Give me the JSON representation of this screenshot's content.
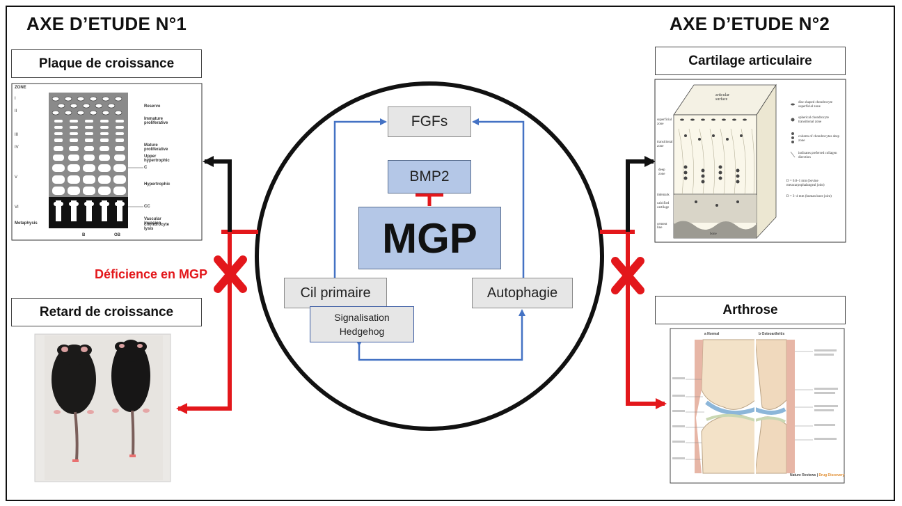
{
  "left_axis": {
    "title": "AXE D’ETUDE N°1",
    "top_box": "Plaque de croissance",
    "bottom_box": "Retard de croissance",
    "deficiency_label": "Déficience en MGP",
    "growth_plate": {
      "zone_header": "ZONE",
      "zones": [
        "I",
        "II",
        "III",
        "IV",
        "V",
        "VI"
      ],
      "metaphysis": "Metaphysis",
      "labels": [
        "Reserve",
        "Immature proliferative",
        "Mature proliferative",
        "Upper hypertrophic",
        "C",
        "Hypertrophic",
        "CC",
        "Vascular invasion",
        "chondrocyte lysis"
      ],
      "bottom_labels": [
        "B",
        "OB"
      ]
    }
  },
  "right_axis": {
    "title": "AXE D’ETUDE N°2",
    "top_box": "Cartilage articulaire",
    "bottom_box": "Arthrose",
    "cartilage": {
      "surface": "articular surface",
      "zones": [
        "superficial zone",
        "transitional zone",
        "deep zone",
        "tidemark",
        "calcified cartilage",
        "cement line"
      ],
      "bone": "bone",
      "legend": [
        "disc shaped chondrocyte superficial zone",
        "spherical chondrocyte transitional zone",
        "column of chondrocytes deep zone",
        "indicates preferred collagen direction"
      ],
      "thickness": [
        "D = 0.8–1 mm (bovine metacarpophalangeal joint)",
        "D = 3–4 mm (human knee joint)"
      ]
    },
    "osteoarthritis": {
      "headers": [
        "a Normal",
        "b Osteoarthritis"
      ],
      "credit_a": "Nature Reviews",
      "credit_b": "Drug Discovery"
    }
  },
  "center": {
    "fgfs": "FGFs",
    "bmp2": "BMP2",
    "mgp": "MGP",
    "cil": "Cil primaire",
    "autophagie": "Autophagie",
    "hh_line1": "Signalisation",
    "hh_line2": "Hedgehog"
  },
  "colors": {
    "red": "#e3171b",
    "blue": "#4472c4",
    "black": "#111111",
    "node_blue": "#b4c7e7",
    "node_gray": "#e6e6e6"
  }
}
